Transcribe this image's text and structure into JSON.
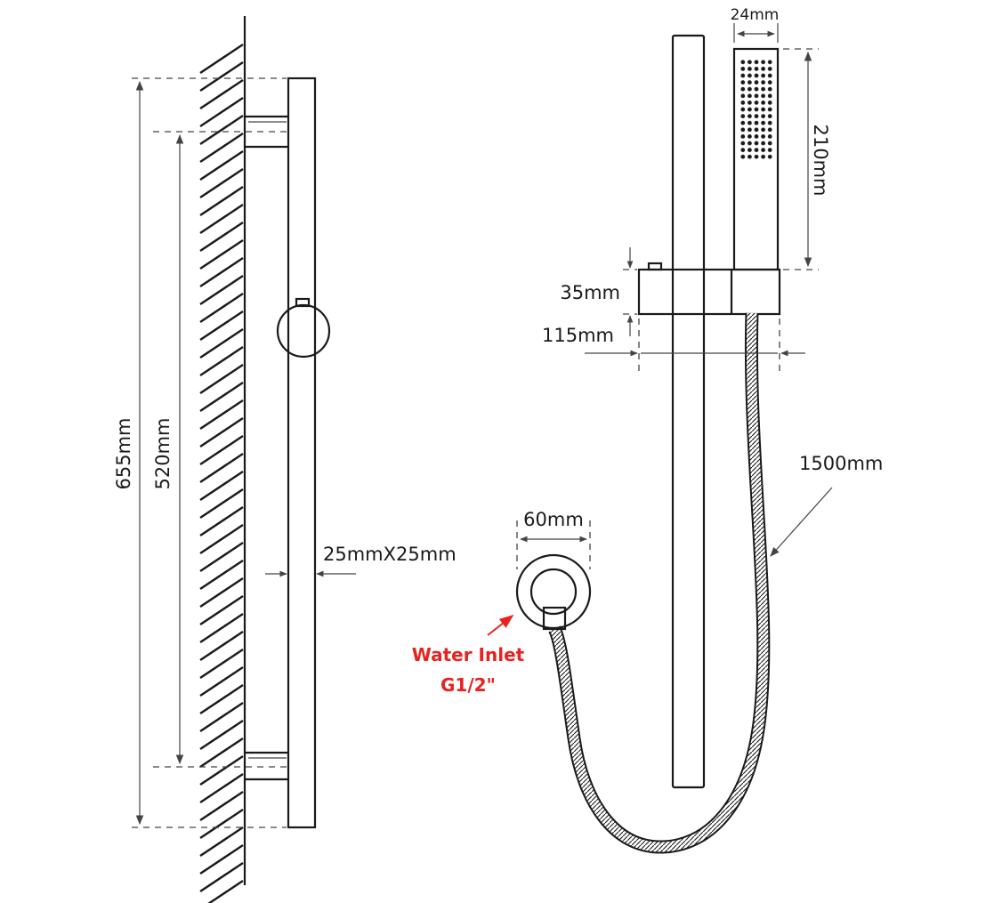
{
  "dimensions": {
    "total_height": "655mm",
    "bracket_spacing": "520mm",
    "rail_section": "25mmX25mm",
    "head_width": "24mm",
    "head_length": "210mm",
    "holder_height": "35mm",
    "holder_depth": "115mm",
    "hose_length": "1500mm",
    "elbow_diameter": "60mm"
  },
  "water_inlet": {
    "line1": "Water Inlet",
    "line2": "G1/2\"",
    "color": "#e8231f"
  },
  "colors": {
    "line": "#1a1a1a",
    "background": "#ffffff"
  }
}
